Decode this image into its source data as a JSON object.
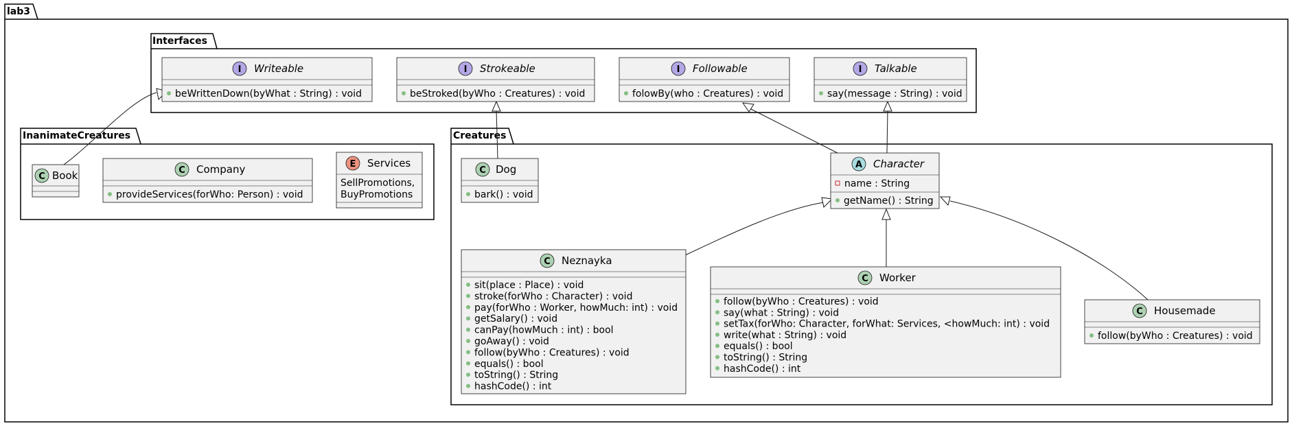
{
  "packages": {
    "root": "lab3",
    "interfaces": "Interfaces",
    "inanimate": "InanimateCreatures",
    "creatures": "Creatures"
  },
  "colors": {
    "interface_badge": "#b4a7e5",
    "class_badge": "#add1b2",
    "abstract_badge": "#a9dcdf",
    "enum_badge": "#eb937f",
    "box_fill": "#f1f1f1",
    "box_stroke": "#181818"
  },
  "classes": {
    "writeable": {
      "kind": "I",
      "name": "Writeable",
      "methods": [
        "beWrittenDown(byWhat : String) : void"
      ]
    },
    "strokeable": {
      "kind": "I",
      "name": "Strokeable",
      "methods": [
        "beStroked(byWho : Creatures) : void"
      ]
    },
    "followable": {
      "kind": "I",
      "name": "Followable",
      "methods": [
        "folowBy(who : Creatures) : void"
      ]
    },
    "talkable": {
      "kind": "I",
      "name": "Talkable",
      "methods": [
        "say(message : String) : void"
      ]
    },
    "book": {
      "kind": "C",
      "name": "Book"
    },
    "company": {
      "kind": "C",
      "name": "Company",
      "methods": [
        "provideServices(forWho: Person) : void"
      ]
    },
    "services": {
      "kind": "E",
      "name": "Services",
      "values": [
        "SellPromotions,",
        "BuyPromotions"
      ]
    },
    "dog": {
      "kind": "C",
      "name": "Dog",
      "methods": [
        "bark() : void"
      ]
    },
    "character": {
      "kind": "A",
      "name": "Character",
      "fields": [
        "name : String"
      ],
      "methods": [
        "getName() : String"
      ]
    },
    "neznayka": {
      "kind": "C",
      "name": "Neznayka",
      "methods": [
        "sit(place : Place) : void",
        "stroke(forWho : Character) : void",
        "pay(forWho : Worker, howMuch: int) : void",
        "getSalary() : void",
        "canPay(howMuch : int) : bool",
        "goAway() : void",
        "follow(byWho : Creatures) : void",
        "equals() : bool",
        "toString() : String",
        "hashCode() : int"
      ]
    },
    "worker": {
      "kind": "C",
      "name": "Worker",
      "methods": [
        "follow(byWho : Creatures) : void",
        "say(what : String) : void",
        "setTax(forWho: Character, forWhat: Services, <howMuch: int) : void",
        "write(what : String) : void",
        "equals() : bool",
        "toString() : String",
        "hashCode() : int"
      ]
    },
    "housemade": {
      "kind": "C",
      "name": "Housemade",
      "methods": [
        "follow(byWho : Creatures) : void"
      ]
    }
  }
}
